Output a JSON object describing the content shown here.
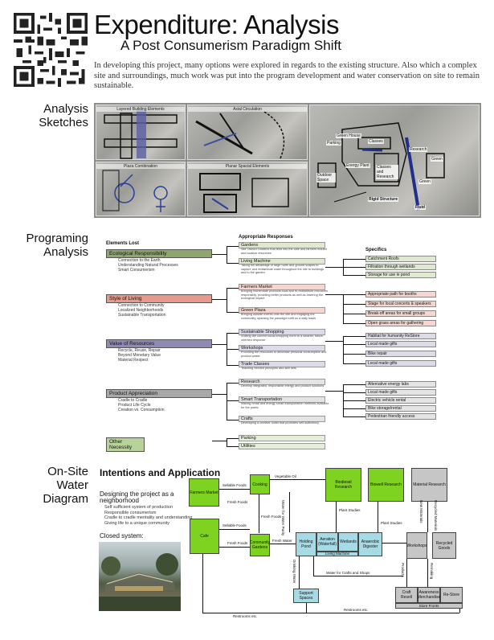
{
  "header": {
    "title": "Expenditure: Analysis",
    "subtitle": "A Post Consumerism Paradigm Shift",
    "intro": "In developing this project, many options were explored in regards to the existing structure.  Also which a complex site and surroundings, much work was put into the program development and water conservation on site to remain sustainable."
  },
  "sections": {
    "analysis": "Analysis Sketches",
    "programing": "Programing Analysis",
    "water": "On-Site Water Diagram"
  },
  "sketches": {
    "captions": [
      "Layered Building Elements",
      "Axial Circulation",
      "Plaza Combination",
      "Planar Spacial Elements"
    ],
    "site_labels": [
      "Parking",
      "Green House",
      "Classes",
      "Research",
      "Green",
      "Energy Plant",
      "Classes and Research",
      "Green",
      "Outdoor Space",
      "Rigid Structure",
      "Fluid"
    ]
  },
  "programing": {
    "header_lost": "Elements Lost",
    "header_resp": "Appropriate Responses",
    "header_spec": "Specifics",
    "lost": [
      {
        "title": "Ecological Responsibility",
        "color": "#8ea66e",
        "items": [
          "Connection to the Earth",
          "Understanding Natural Processes",
          "Smart Consumerism"
        ]
      },
      {
        "title": "Style of Living",
        "color": "#e79a8c",
        "items": [
          "Connection to Community",
          "Localized Neighborhoods",
          "Sustainable Transportation"
        ]
      },
      {
        "title": "Value of Resources",
        "color": "#8f8ab3",
        "items": [
          "Recycle, Reuse, Repair",
          "Beyond Monetary Value",
          "Material Respect"
        ]
      },
      {
        "title": "Product Appreciation",
        "color": "#a8a8a8",
        "items": [
          "Cradle to Cradle",
          "Product Life Cycle",
          "Creation vs. Consumption"
        ]
      },
      {
        "title": "Other Necessity",
        "color": "#b8d39a",
        "items": []
      }
    ],
    "responses": [
      {
        "title": "Gardens",
        "desc": "Site Owned Gardens that feed into the cafe and farmers market and localize resources",
        "color": "#dfe9cf"
      },
      {
        "title": "Living Machine",
        "desc": "Taking full advantage of large roofs and ground scapes to capture and redistribute water throughout the site to buildings and to the garden",
        "color": "#dfe9cf"
      },
      {
        "title": "Farmers Market",
        "desc": "Bringing homemade products local and re-redistribute resources responsibly, providing better products as well as lowering the ecological impact",
        "color": "#f6d6cf"
      },
      {
        "title": "Green Plaza",
        "desc": "Bringing outside events onto the site and engaging the community, sparking the paradigm shift on a daily basis",
        "color": "#f6d6cf"
      },
      {
        "title": "Sustainable Shopping",
        "desc": "Shifting the current social shopping norm to a smarter, future-oriented response",
        "color": "#dedbe9"
      },
      {
        "title": "Workshops",
        "desc": "Providing the resources to decrease personal consumption and product waste",
        "color": "#dedbe9"
      },
      {
        "title": "Trade Classes",
        "desc": "Teaching needed principles and skill sets",
        "color": "#dedbe9"
      },
      {
        "title": "Research",
        "desc": "Develop integrated, responsible energy and product solutions",
        "color": "#e4e4e4"
      },
      {
        "title": "Smart Transportation",
        "desc": "Making rental and energy smart transportation methods available for the public",
        "color": "#e4e4e4"
      },
      {
        "title": "Crafts",
        "desc": "Developing a creative outlet that promotes self-sufficiency",
        "color": "#e4e4e4"
      },
      {
        "title": "Parking",
        "desc": "",
        "color": "#e5efd8"
      },
      {
        "title": "Utilities",
        "desc": "",
        "color": "#e5efd8"
      }
    ],
    "specifics": [
      {
        "text": "Catchment Roofs",
        "color": "#dfe9cf"
      },
      {
        "text": "Filtration through wetlands",
        "color": "#dfe9cf"
      },
      {
        "text": "Storage for use in pond",
        "color": "#dfe9cf"
      },
      {
        "text": "Appropriate path for booths",
        "color": "#f6d6cf"
      },
      {
        "text": "Stage for local concerts & speakers",
        "color": "#f6d6cf"
      },
      {
        "text": "Break-off areas for small groups",
        "color": "#f6d6cf"
      },
      {
        "text": "Open grass areas for gathering",
        "color": "#f6d6cf"
      },
      {
        "text": "Habitat for humanity ReStore",
        "color": "#dedbe9"
      },
      {
        "text": "Local made gifts",
        "color": "#dedbe9"
      },
      {
        "text": "Bike repair",
        "color": "#dedbe9"
      },
      {
        "text": "Local made gifts",
        "color": "#dedbe9"
      },
      {
        "text": "Alternative energy labs",
        "color": "#e4e4e4"
      },
      {
        "text": "Local made gifts",
        "color": "#e4e4e4"
      },
      {
        "text": "Electric vehicle rental",
        "color": "#e4e4e4"
      },
      {
        "text": "Bike storage/rental",
        "color": "#e4e4e4"
      },
      {
        "text": "Pedestrian friendly access",
        "color": "#e4e4e4"
      }
    ]
  },
  "intentions": {
    "title": "Intentions and Application",
    "subtitle": "Designing the project as a neighborhood",
    "items": [
      "Self sufficient system of production",
      "Responsible consumerism",
      "Cradle to cradle mentality and understanding",
      "Giving life to a unique community"
    ],
    "closed": "Closed system:"
  },
  "water": {
    "nodes": {
      "farmers": "Farmers Market",
      "cooking": "Cooking",
      "biodiesel": "Biodiesel Research",
      "biowell": "Biowell Research",
      "material": "Material Research",
      "cafe": "Cafe",
      "community": "Community Gardens",
      "holding": "Holding Pond",
      "aeration": "Aeration (Waterfall)",
      "wetlands": "Wetlands",
      "anaerobic": "Anaerobic Digester",
      "living": "Living Machine",
      "workshops": "Workshops",
      "recycled": "Recycled Goods",
      "support": "Support Spaces",
      "craft": "Craft Resell",
      "awareness": "Awareness Merchandise",
      "restore": "Re-Store",
      "storefronts": "Store Fronts"
    },
    "labels": {
      "sellable1": "Sellable Foods",
      "fresh1": "Fresh Foods",
      "veg_oil": "Vegetable Oil",
      "sellable2": "Sellable Foods",
      "fresh2": "Fresh Foods",
      "fresh3": "Fresh Foods",
      "fresh_water": "Fresh Water",
      "plant_studies1": "Plant Studies",
      "plant_studies2": "Plant Studies",
      "water_holding": "Water for Water Purity",
      "new_mat": "New Materials",
      "recycled_mat": "Recycled Materials",
      "water_crafts": "Water for Crafts and Shops",
      "water_support": "Drinking Water",
      "products": "Products",
      "remaking": "Remaking",
      "restrooms1": "Restrooms etc.",
      "restrooms2": "Restrooms etc."
    }
  }
}
